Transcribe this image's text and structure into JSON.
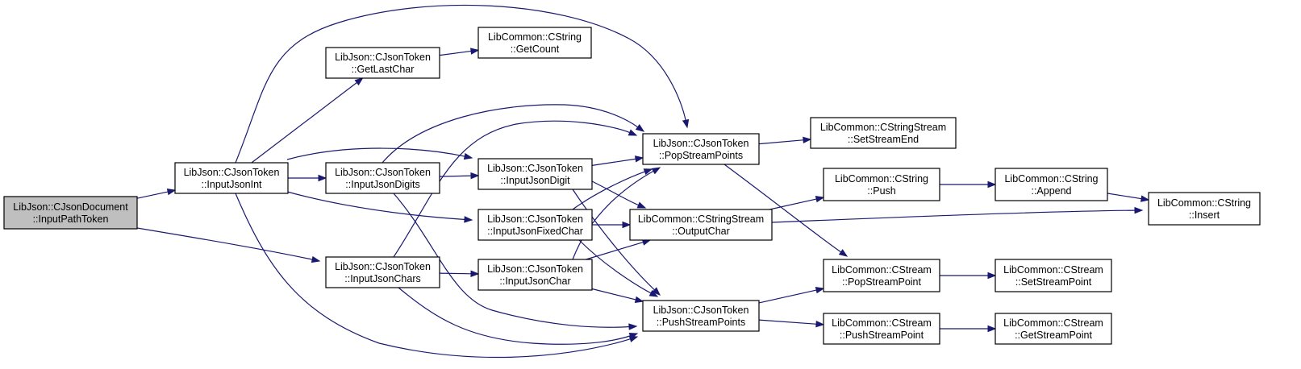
{
  "colors": {
    "edge": "#191970",
    "root_fill": "#bfbfbf",
    "node_fill": "#ffffff",
    "node_border": "#000000"
  },
  "nodes": {
    "root": {
      "line1": "LibJson::CJsonDocument",
      "line2": "::InputPathToken"
    },
    "inputJsonInt": {
      "line1": "LibJson::CJsonToken",
      "line2": "::InputJsonInt"
    },
    "getLastChar": {
      "line1": "LibJson::CJsonToken",
      "line2": "::GetLastChar"
    },
    "getCount": {
      "line1": "LibCommon::CString",
      "line2": "::GetCount"
    },
    "inputJsonDigits": {
      "line1": "LibJson::CJsonToken",
      "line2": "::InputJsonDigits"
    },
    "inputJsonChars": {
      "line1": "LibJson::CJsonToken",
      "line2": "::InputJsonChars"
    },
    "inputJsonDigit": {
      "line1": "LibJson::CJsonToken",
      "line2": "::InputJsonDigit"
    },
    "inputJsonFixedChar": {
      "line1": "LibJson::CJsonToken",
      "line2": "::InputJsonFixedChar"
    },
    "inputJsonChar": {
      "line1": "LibJson::CJsonToken",
      "line2": "::InputJsonChar"
    },
    "popStreamPoints": {
      "line1": "LibJson::CJsonToken",
      "line2": "::PopStreamPoints"
    },
    "outputChar": {
      "line1": "LibCommon::CStringStream",
      "line2": "::OutputChar"
    },
    "pushStreamPoints": {
      "line1": "LibJson::CJsonToken",
      "line2": "::PushStreamPoints"
    },
    "setStreamEnd": {
      "line1": "LibCommon::CStringStream",
      "line2": "::SetStreamEnd"
    },
    "push": {
      "line1": "LibCommon::CString",
      "line2": "::Push"
    },
    "popStreamPoint": {
      "line1": "LibCommon::CStream",
      "line2": "::PopStreamPoint"
    },
    "pushStreamPoint": {
      "line1": "LibCommon::CStream",
      "line2": "::PushStreamPoint"
    },
    "append": {
      "line1": "LibCommon::CString",
      "line2": "::Append"
    },
    "insert": {
      "line1": "LibCommon::CString",
      "line2": "::Insert"
    },
    "setStreamPoint": {
      "line1": "LibCommon::CStream",
      "line2": "::SetStreamPoint"
    },
    "getStreamPoint": {
      "line1": "LibCommon::CStream",
      "line2": "::GetStreamPoint"
    }
  },
  "edges": [
    [
      "root",
      "inputJsonInt"
    ],
    [
      "root",
      "inputJsonChars"
    ],
    [
      "inputJsonInt",
      "getLastChar"
    ],
    [
      "inputJsonInt",
      "popStreamPoints"
    ],
    [
      "inputJsonInt",
      "inputJsonDigits"
    ],
    [
      "inputJsonInt",
      "inputJsonDigit"
    ],
    [
      "inputJsonInt",
      "inputJsonFixedChar"
    ],
    [
      "inputJsonInt",
      "pushStreamPoints"
    ],
    [
      "getLastChar",
      "getCount"
    ],
    [
      "inputJsonDigits",
      "popStreamPoints"
    ],
    [
      "inputJsonDigits",
      "inputJsonDigit"
    ],
    [
      "inputJsonDigits",
      "pushStreamPoints"
    ],
    [
      "inputJsonChars",
      "popStreamPoints"
    ],
    [
      "inputJsonChars",
      "inputJsonChar"
    ],
    [
      "inputJsonChars",
      "pushStreamPoints"
    ],
    [
      "inputJsonDigit",
      "popStreamPoints"
    ],
    [
      "inputJsonDigit",
      "outputChar"
    ],
    [
      "inputJsonDigit",
      "pushStreamPoints"
    ],
    [
      "inputJsonFixedChar",
      "popStreamPoints"
    ],
    [
      "inputJsonFixedChar",
      "outputChar"
    ],
    [
      "inputJsonFixedChar",
      "pushStreamPoints"
    ],
    [
      "inputJsonChar",
      "popStreamPoints"
    ],
    [
      "inputJsonChar",
      "outputChar"
    ],
    [
      "inputJsonChar",
      "pushStreamPoints"
    ],
    [
      "popStreamPoints",
      "setStreamEnd"
    ],
    [
      "popStreamPoints",
      "popStreamPoint"
    ],
    [
      "outputChar",
      "push"
    ],
    [
      "outputChar",
      "insert"
    ],
    [
      "pushStreamPoints",
      "popStreamPoint"
    ],
    [
      "pushStreamPoints",
      "pushStreamPoint"
    ],
    [
      "push",
      "append"
    ],
    [
      "append",
      "insert"
    ],
    [
      "popStreamPoint",
      "setStreamPoint"
    ],
    [
      "pushStreamPoint",
      "getStreamPoint"
    ]
  ]
}
